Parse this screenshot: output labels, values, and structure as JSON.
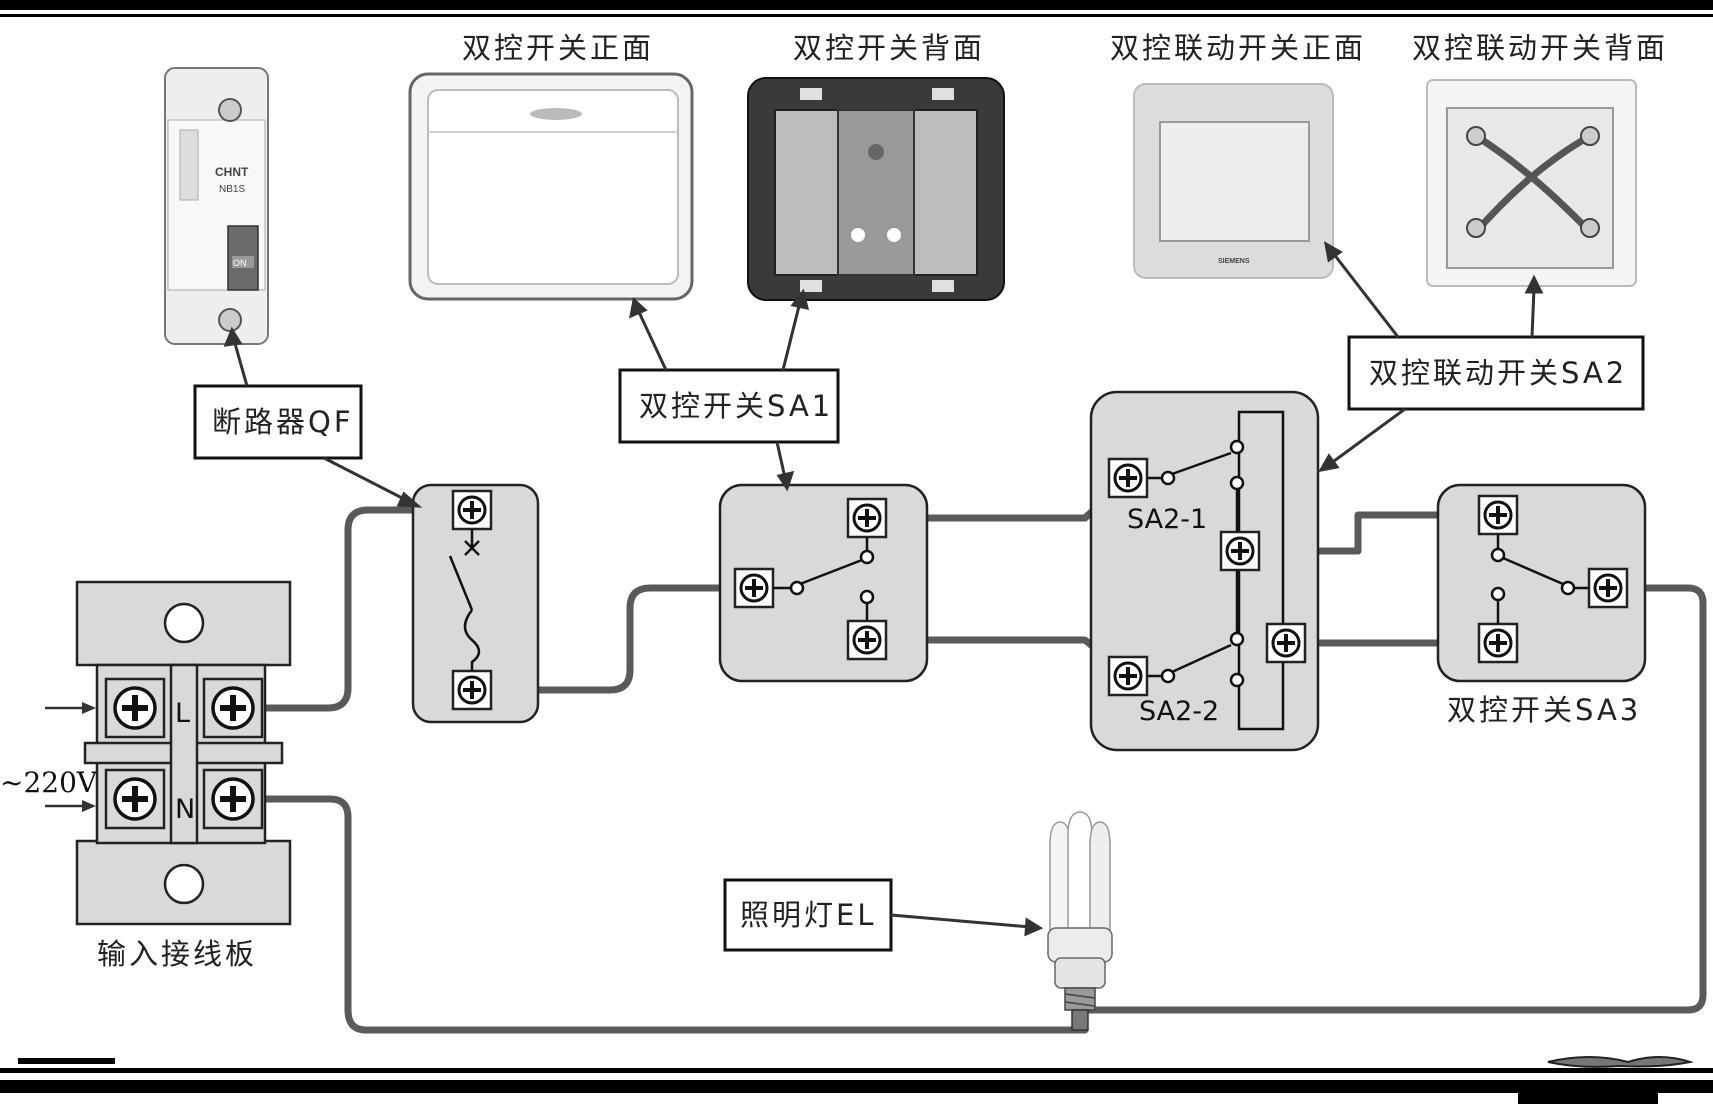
{
  "photos": {
    "sa1_front": "双控开关正面",
    "sa1_back": "双控开关背面",
    "sa2_front": "双控联动开关正面",
    "sa2_back": "双控联动开关背面"
  },
  "labels": {
    "breaker": "断路器QF",
    "sa1": "双控开关SA1",
    "sa2": "双控联动开关SA2",
    "sa3": "双控开关SA3",
    "lamp": "照明灯EL",
    "terminal_board": "输入接线板",
    "sa2_1": "SA2-1",
    "sa2_2": "SA2-2",
    "voltage": "~220V",
    "terminal_l": "L",
    "terminal_n": "N"
  },
  "product_marks": {
    "breaker_brand": "CHNT",
    "breaker_model": "NB1S",
    "breaker_on": "ON",
    "switch_brand": "SIEMENS"
  },
  "colors": {
    "wire": "#5a5a5a",
    "panel": "#d9d9d9",
    "border": "#333333"
  }
}
